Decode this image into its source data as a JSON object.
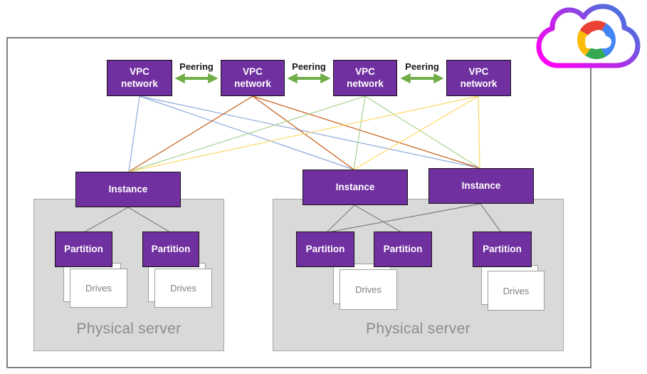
{
  "colors": {
    "node_fill": "#7030A0",
    "node_border": "#141414",
    "server_fill": "#D9D9D9",
    "server_border": "#A6A6A6",
    "drives_border": "#9E9E9E",
    "peering_arrow": "#70AD47",
    "instance_link": "#7F7F7F",
    "frame_border": "#7F7F7F",
    "muted_text": "#7F7F7F"
  },
  "logo": {
    "name": "Google Cloud",
    "palette": {
      "blue": "#4285F4",
      "red": "#EA4335",
      "yellow": "#FBBC05",
      "green": "#34A853"
    },
    "outline_gradient": [
      "#FF00F5",
      "#B829E8",
      "#3E7DE0"
    ]
  },
  "vpc_networks": [
    {
      "id": "vpc-network-1",
      "label": "VPC\nnetwork",
      "line_color": "#8FAADC"
    },
    {
      "id": "vpc-network-2",
      "label": "VPC\nnetwork",
      "line_color": "#C55A11"
    },
    {
      "id": "vpc-network-3",
      "label": "VPC\nnetwork",
      "line_color": "#A9D18E"
    },
    {
      "id": "vpc-network-4",
      "label": "VPC\nnetwork",
      "line_color": "#FFD966"
    }
  ],
  "peering_labels": [
    "Peering",
    "Peering",
    "Peering"
  ],
  "instances": [
    {
      "id": "instance-1",
      "label": "Instance"
    },
    {
      "id": "instance-2",
      "label": "Instance"
    },
    {
      "id": "instance-3",
      "label": "Instance"
    }
  ],
  "partitions": [
    {
      "id": "partition-1",
      "label": "Partition"
    },
    {
      "id": "partition-2",
      "label": "Partition"
    },
    {
      "id": "partition-3",
      "label": "Partition"
    },
    {
      "id": "partition-4",
      "label": "Partition"
    },
    {
      "id": "partition-5",
      "label": "Partition"
    }
  ],
  "drives_stacks": [
    {
      "id": "drives-1",
      "label": "Drives"
    },
    {
      "id": "drives-2",
      "label": "Drives"
    },
    {
      "id": "drives-3",
      "label": "Drives"
    },
    {
      "id": "drives-4",
      "label": "Drives"
    }
  ],
  "servers": [
    {
      "id": "physical-server-1",
      "label": "Physical server"
    },
    {
      "id": "physical-server-2",
      "label": "Physical server"
    }
  ],
  "edges": {
    "peering": [
      {
        "from": "vpc-network-1",
        "to": "vpc-network-2",
        "label": "Peering"
      },
      {
        "from": "vpc-network-2",
        "to": "vpc-network-3",
        "label": "Peering"
      },
      {
        "from": "vpc-network-3",
        "to": "vpc-network-4",
        "label": "Peering"
      }
    ],
    "vpc_to_instance": [
      {
        "from": "vpc-network-1",
        "to": "instance-1"
      },
      {
        "from": "vpc-network-1",
        "to": "instance-2"
      },
      {
        "from": "vpc-network-1",
        "to": "instance-3"
      },
      {
        "from": "vpc-network-2",
        "to": "instance-1"
      },
      {
        "from": "vpc-network-2",
        "to": "instance-2"
      },
      {
        "from": "vpc-network-2",
        "to": "instance-3"
      },
      {
        "from": "vpc-network-3",
        "to": "instance-1"
      },
      {
        "from": "vpc-network-3",
        "to": "instance-2"
      },
      {
        "from": "vpc-network-3",
        "to": "instance-3"
      },
      {
        "from": "vpc-network-4",
        "to": "instance-1"
      },
      {
        "from": "vpc-network-4",
        "to": "instance-2"
      },
      {
        "from": "vpc-network-4",
        "to": "instance-3"
      }
    ],
    "instance_to_partition": [
      {
        "from": "instance-1",
        "to": "partition-1"
      },
      {
        "from": "instance-1",
        "to": "partition-2"
      },
      {
        "from": "instance-2",
        "to": "partition-3"
      },
      {
        "from": "instance-2",
        "to": "partition-4"
      },
      {
        "from": "instance-3",
        "to": "partition-3"
      },
      {
        "from": "instance-3",
        "to": "partition-5"
      }
    ]
  }
}
